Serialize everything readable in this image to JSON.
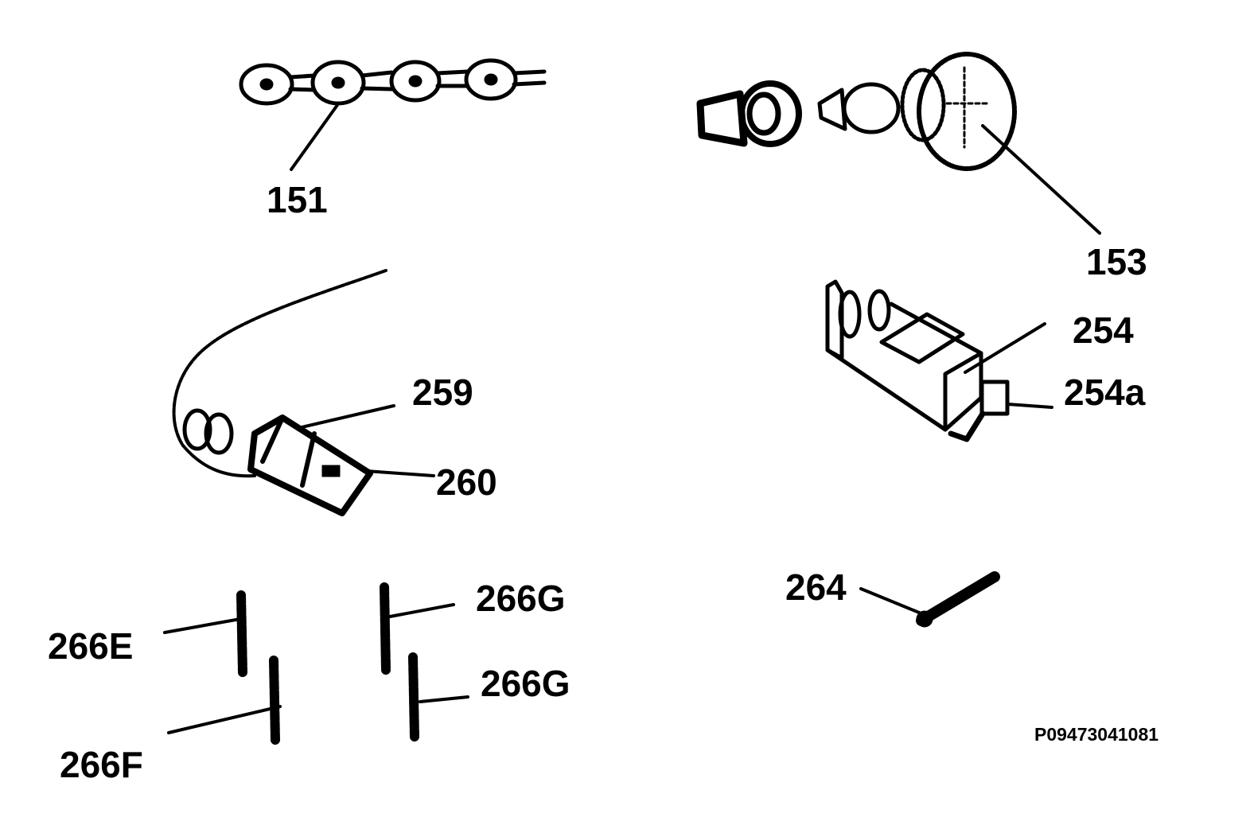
{
  "labels": {
    "p151": "151",
    "p153": "153",
    "p254": "254",
    "p254a": "254a",
    "p259": "259",
    "p260": "260",
    "p264": "264",
    "p266e": "266E",
    "p266f": "266F",
    "p266g_top": "266G",
    "p266g_bottom": "266G"
  },
  "diagram_code": "P09473041081",
  "colors": {
    "ink": "#000000",
    "paper": "#ffffff"
  }
}
